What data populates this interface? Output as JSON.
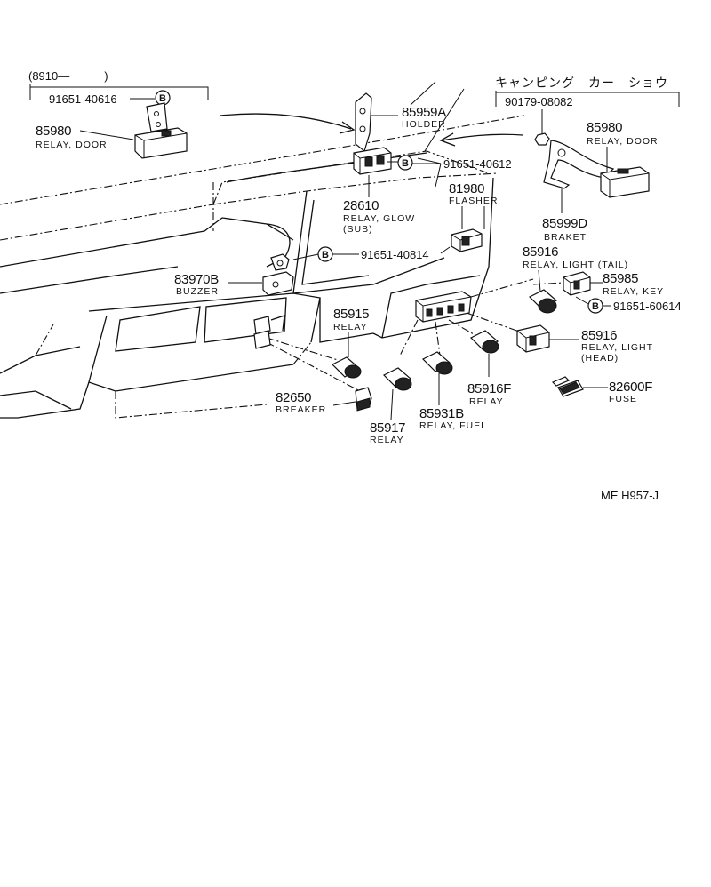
{
  "inset_left": {
    "range": "(8910—　　　)",
    "bolt": "91651-40616",
    "bolt_mark": "B",
    "relay_number": "85980",
    "relay_name": "RELAY, DOOR"
  },
  "inset_right": {
    "title": "キャンピング　カー　ショウ",
    "nut": "90179-08082",
    "relay_number": "85980",
    "relay_name": "RELAY, DOOR",
    "bracket_number": "85999D",
    "bracket_name": "BRAKET"
  },
  "parts": {
    "holder": {
      "number": "85959A",
      "name": "HOLDER"
    },
    "bolt_a": {
      "number": "91651-40612",
      "mark": "B"
    },
    "glow": {
      "number": "28610",
      "name1": "RELAY, GLOW",
      "name2": "(SUB)"
    },
    "flasher": {
      "number": "81980",
      "name": "FLASHER"
    },
    "bolt_b": {
      "number": "91651-40814",
      "mark": "B"
    },
    "buzzer": {
      "number": "83970B",
      "name": "BUZZER"
    },
    "tail": {
      "number": "85916",
      "name": "RELAY, LIGHT (TAIL)"
    },
    "key": {
      "number": "85985",
      "name": "RELAY, KEY"
    },
    "bolt_c": {
      "number": "91651-60614",
      "mark": "B"
    },
    "relay_85915": {
      "number": "85915",
      "name": "RELAY"
    },
    "head": {
      "number": "85916",
      "name1": "RELAY, LIGHT",
      "name2": "(HEAD)"
    },
    "relay_85916f": {
      "number": "85916F",
      "name": "RELAY"
    },
    "fuse": {
      "number": "82600F",
      "name": "FUSE"
    },
    "breaker": {
      "number": "82650",
      "name": "BREAKER"
    },
    "fuel": {
      "number": "85931B",
      "name": "RELAY, FUEL"
    },
    "relay_85917": {
      "number": "85917",
      "name": "RELAY"
    }
  },
  "code": "ME  H957-J"
}
